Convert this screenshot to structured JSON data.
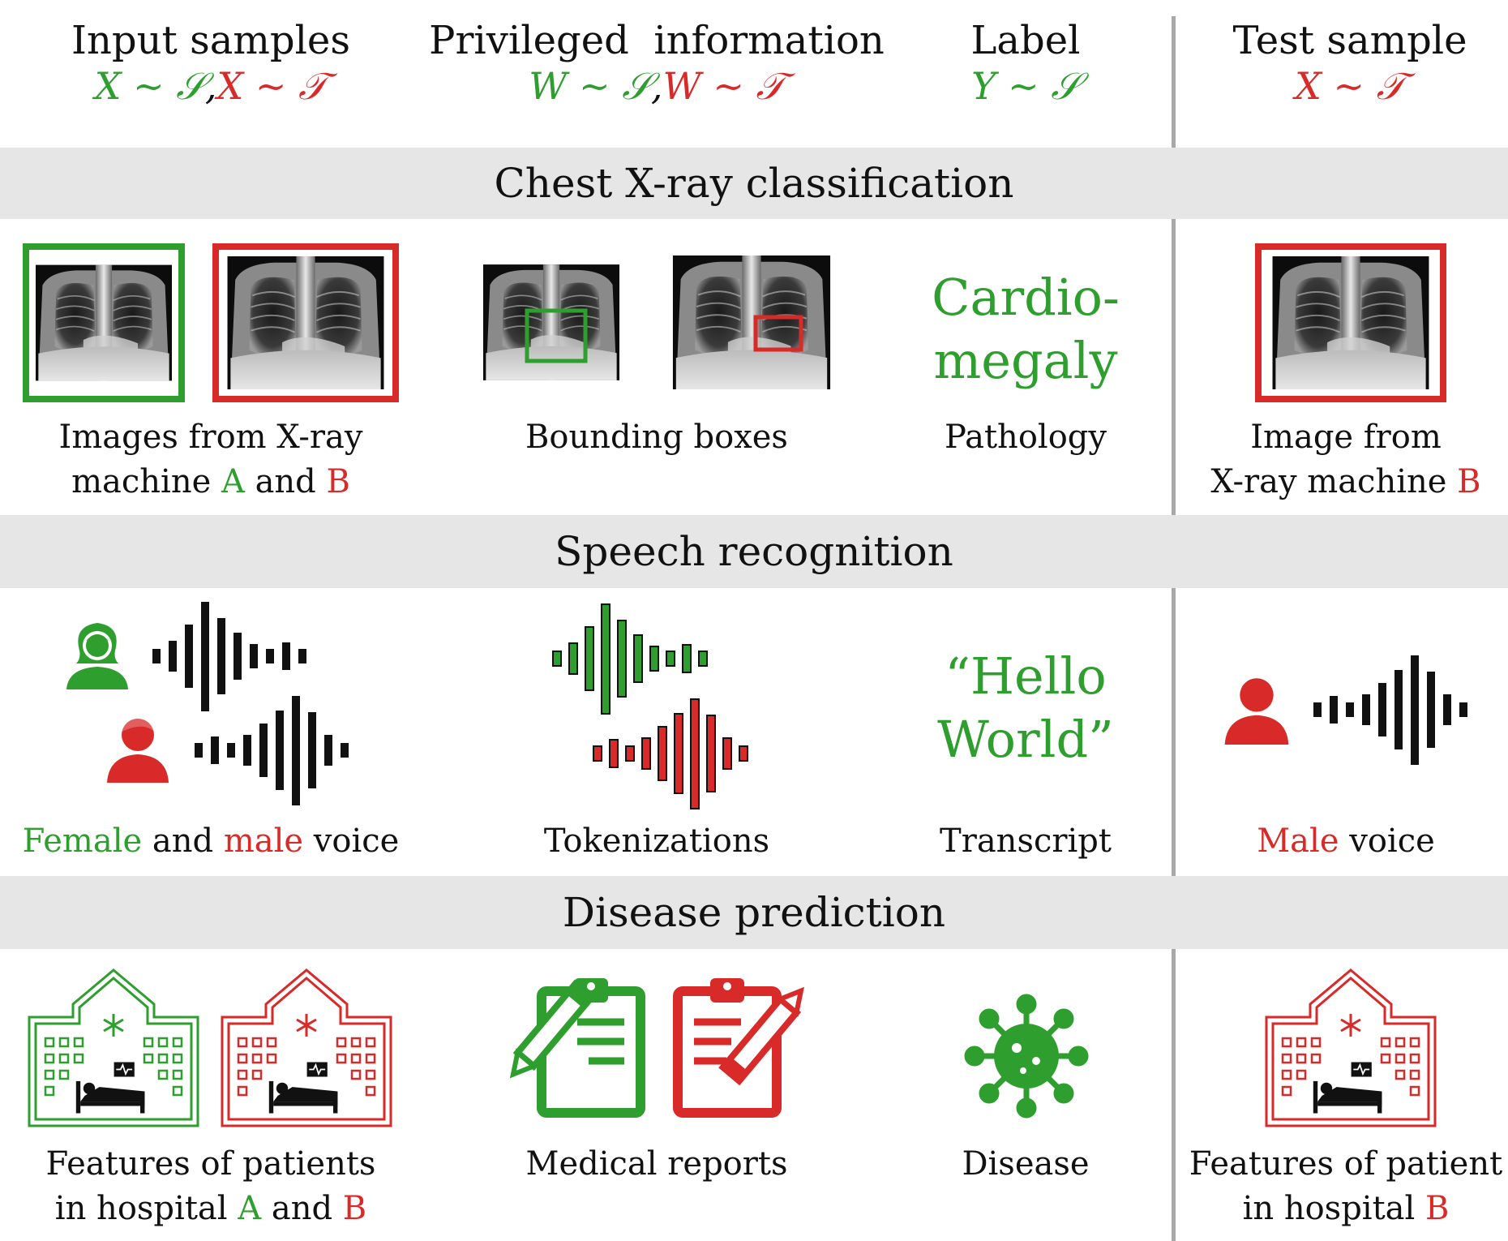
{
  "header": {
    "input_samples": "Input samples",
    "input_symbols": {
      "s": "X ~ 𝒮",
      "sep": ",",
      "t": "X ~ 𝒯"
    },
    "privileged": "Privileged  information",
    "privileged_symbols": {
      "s": "W ~ 𝒮",
      "sep": ",",
      "t": "W ~ 𝒯"
    },
    "label": "Label",
    "label_symbol": "Y ~ 𝒮",
    "test_sample": "Test sample",
    "test_symbol": "X ~ 𝒯"
  },
  "sections": [
    {
      "title": "Chest X-ray classification",
      "input_caption": {
        "l1": "Images from X-ray",
        "l2a": "machine ",
        "A": "A",
        "and": " and ",
        "B": "B"
      },
      "privileged_caption": "Bounding boxes",
      "label_text": {
        "l1": "Cardio-",
        "l2": "megaly"
      },
      "label_caption": "Pathology",
      "test_caption": {
        "l1": "Image from",
        "l2a": "X-ray machine ",
        "B": "B"
      }
    },
    {
      "title": "Speech recognition",
      "input_caption": {
        "female": "Female",
        "and": " and ",
        "male": "male",
        "rest": " voice"
      },
      "privileged_caption": "Tokenizations",
      "label_text": {
        "l1": "“Hello",
        "l2": "World”"
      },
      "label_caption": "Transcript",
      "test_caption": {
        "male": "Male",
        "rest": " voice"
      }
    },
    {
      "title": "Disease prediction",
      "input_caption": {
        "l1": "Features of patients",
        "l2a": "in hospital ",
        "A": "A",
        "and": " and ",
        "B": "B"
      },
      "privileged_caption": "Medical reports",
      "label_caption": "Disease",
      "test_caption": {
        "l1": "Features of patient",
        "l2a": "in hospital ",
        "B": "B"
      }
    }
  ],
  "colors": {
    "source": "#2e9e2e",
    "target": "#d92a2a",
    "band": "#e6e6e6",
    "divider": "#a8a8a8"
  },
  "icons": [
    "xray-image",
    "bounding-box",
    "person-icon",
    "waveform-icon",
    "hospital-icon",
    "clipboard-pen-icon",
    "virus-icon"
  ]
}
